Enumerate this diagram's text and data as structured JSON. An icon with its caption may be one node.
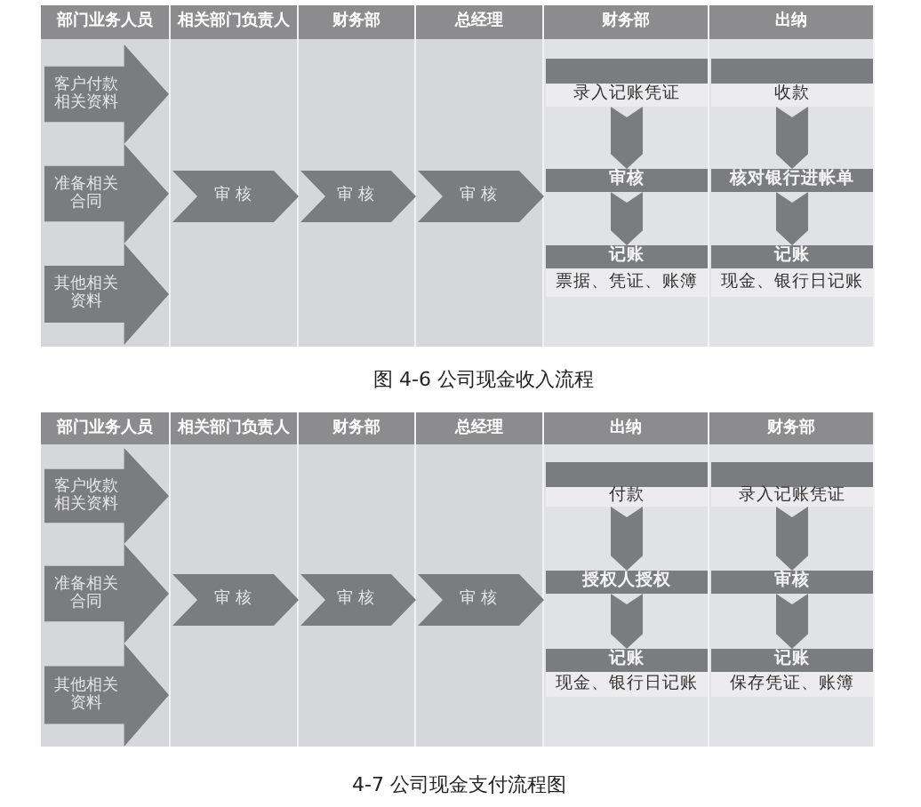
{
  "diagram": {
    "nodes": [
      {
        "text": [
          "部门业务人员"
        ]
      },
      {
        "text": [
          "相关部门负责人"
        ]
      },
      {
        "text": [
          "财务部"
        ]
      },
      {
        "text": [
          "总经理"
        ]
      },
      {
        "text": [
          "财务部"
        ]
      },
      {
        "text": [
          "出纳"
        ]
      },
      {
        "text": [
          "客户付款相关资料"
        ],
        "in": 0
      },
      {
        "text": [
          "准备相关合同"
        ],
        "in": 0
      },
      {
        "text": [
          "其他相关资料"
        ],
        "in": 0
      },
      {
        "text": [
          "审核"
        ],
        "in": 1
      },
      {
        "text": [
          "审核"
        ],
        "in": 2
      },
      {
        "text": [
          "审核"
        ],
        "in": 3
      },
      {
        "text": [
          "录入记账凭证"
        ],
        "in": 4
      },
      {
        "text": [
          "审核"
        ],
        "in": 4
      },
      {
        "text": [
          "记账",
          "票据、凭证、账簿"
        ],
        "in": 4
      },
      {
        "text": [
          "收款"
        ],
        "in": 5
      },
      {
        "text": [
          "核对银行进帐单"
        ],
        "in": 5
      },
      {
        "text": [
          "记账",
          "现金、银行日记账"
        ],
        "in": 5
      },
      {
        "text": [
          "部门业务人员"
        ]
      },
      {
        "text": [
          "相关部门负责人"
        ]
      },
      {
        "text": [
          "财务部"
        ]
      },
      {
        "text": [
          "总经理"
        ]
      },
      {
        "text": [
          "出纳"
        ]
      },
      {
        "text": [
          "财务部"
        ]
      },
      {
        "text": [
          "客户收款相关资料"
        ],
        "in": 18
      },
      {
        "text": [
          "准备相关合同"
        ],
        "in": 18
      },
      {
        "text": [
          "其他相关资料"
        ],
        "in": 18
      },
      {
        "text": [
          "审核"
        ],
        "in": 19
      },
      {
        "text": [
          "审核"
        ],
        "in": 20
      },
      {
        "text": [
          "审核"
        ],
        "in": 21
      },
      {
        "text": [
          "付款"
        ],
        "in": 22
      },
      {
        "text": [
          "授权人授权"
        ],
        "in": 22
      },
      {
        "text": [
          "记账",
          "现金、银行日记账"
        ],
        "in": 22
      },
      {
        "text": [
          "录入记账凭证"
        ],
        "in": 23
      },
      {
        "text": [
          "审核"
        ],
        "in": 23
      },
      {
        "text": [
          "记账",
          "保存凭证、账簿"
        ],
        "in": 23
      }
    ],
    "edges": [
      {
        "from": 12,
        "to": 13,
        "arrow": "to"
      },
      {
        "from": 13,
        "to": 14,
        "arrow": "to"
      },
      {
        "from": 15,
        "to": 16,
        "arrow": "to"
      },
      {
        "from": 16,
        "to": 17,
        "arrow": "to"
      },
      {
        "from": 30,
        "to": 31,
        "arrow": "to"
      },
      {
        "from": 31,
        "to": 32,
        "arrow": "to"
      },
      {
        "from": 33,
        "to": 34,
        "arrow": "to"
      },
      {
        "from": 34,
        "to": 35,
        "arrow": "to"
      }
    ],
    "labels": [
      "图 4-6 公司现金收入流程",
      "4-7 公司现金支付流程图"
    ]
  }
}
